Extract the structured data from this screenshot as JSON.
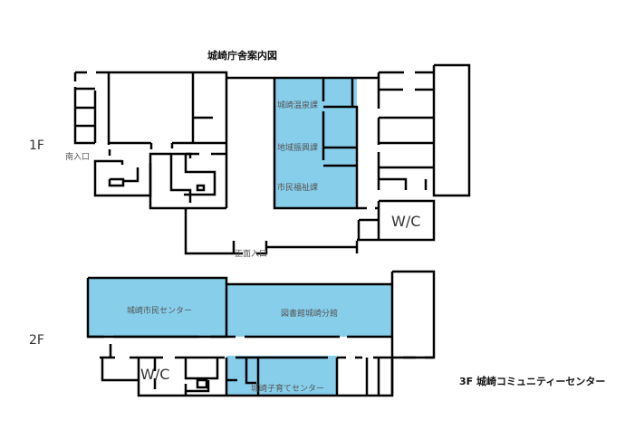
{
  "title": "城崎庁舎案内図",
  "floors": {
    "f1": {
      "label": "1F",
      "entrances": {
        "south": "南入口",
        "main": "正面入口"
      },
      "rooms": [
        "城崎温泉課",
        "地域振興課",
        "市民福祉課"
      ],
      "restroom": "W/C"
    },
    "f2": {
      "label": "2F",
      "rooms": [
        "城崎市民センター",
        "図書館城崎分館",
        "城崎子育てセンター"
      ],
      "restroom": "W/C"
    },
    "f3": {
      "label": "3F 城崎コミュニティーセンター"
    }
  },
  "colors": {
    "highlight": "#87ceeb",
    "wall": "#000000"
  }
}
